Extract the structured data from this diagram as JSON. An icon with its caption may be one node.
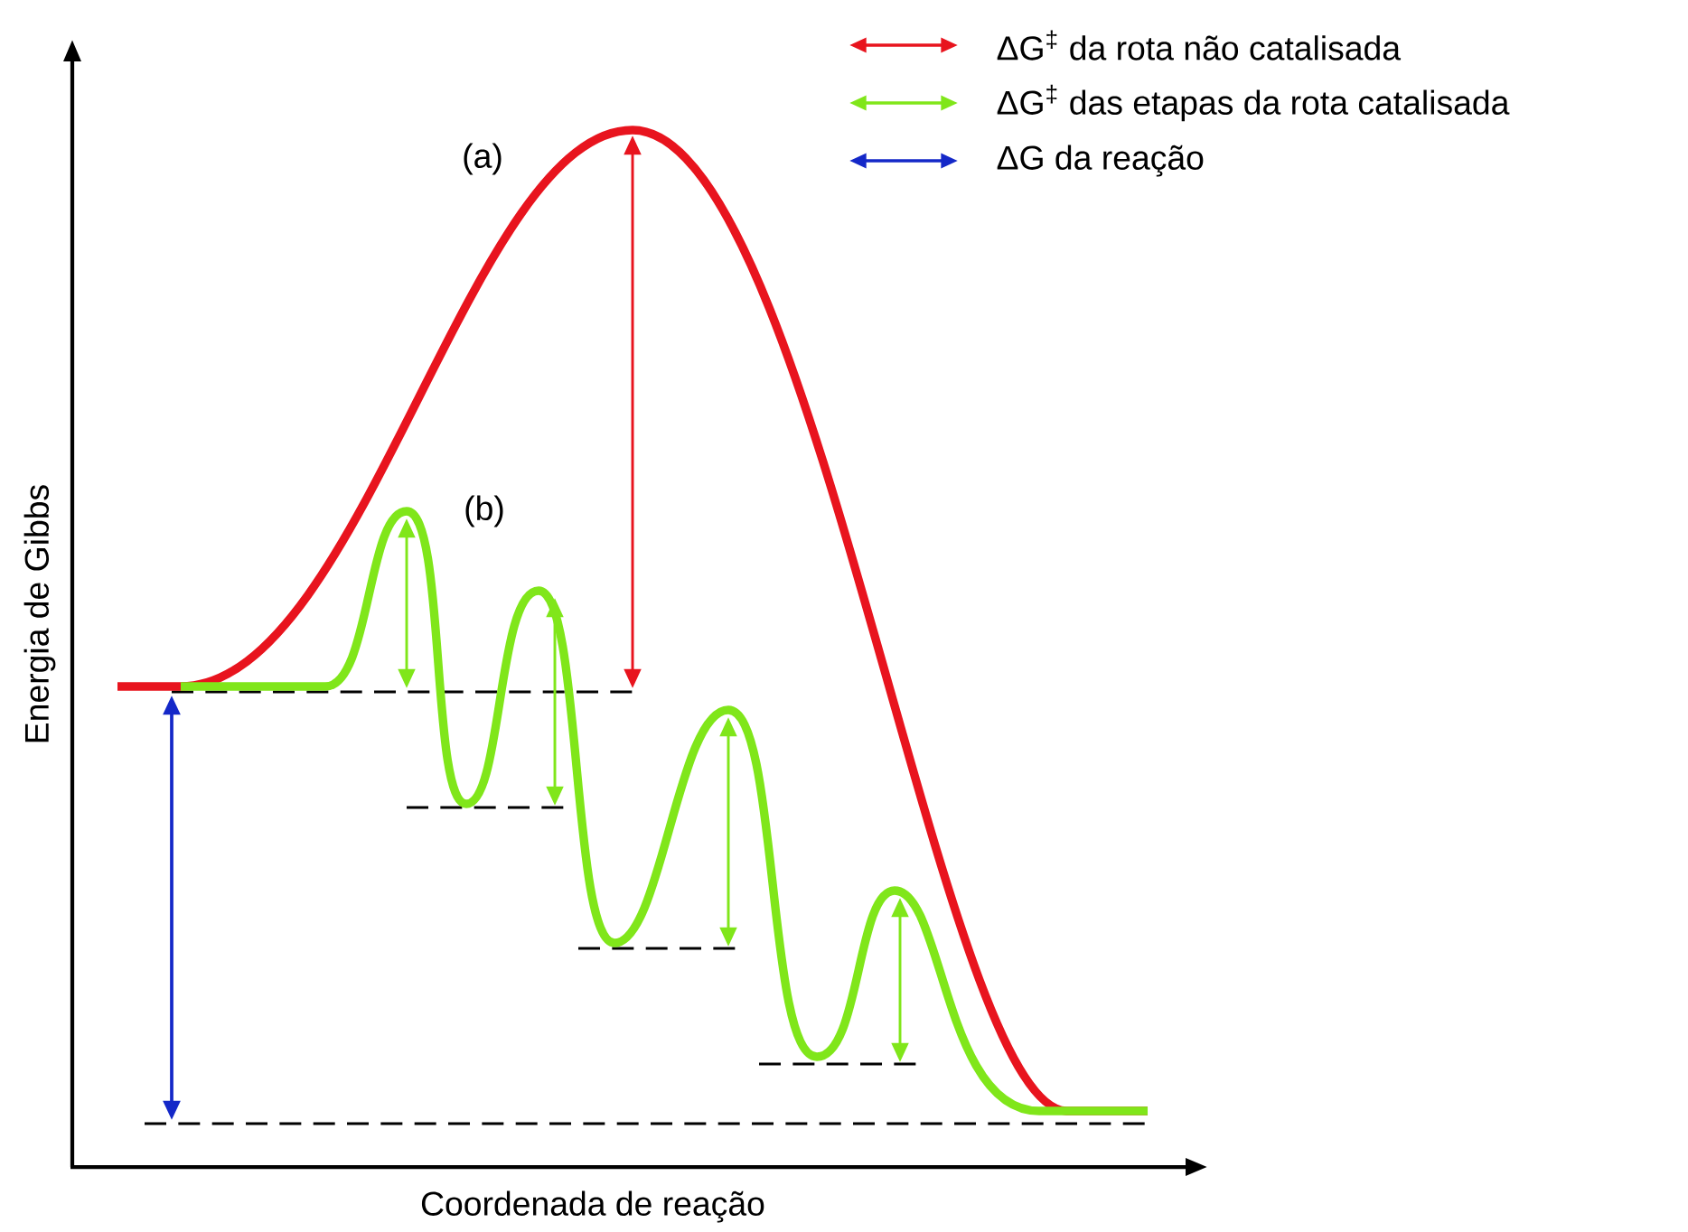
{
  "diagram": {
    "labels": [
      "(a)",
      "(b)",
      "Energia de Gibbs",
      "Coordenada de reação"
    ],
    "legend": [
      {
        "text": "ΔG$^{‡}$ da rota não catalisada"
      },
      {
        "text": "ΔG$^{‡}$ das etapas da rota catalisada"
      },
      {
        "text": "ΔG da reação"
      }
    ]
  }
}
